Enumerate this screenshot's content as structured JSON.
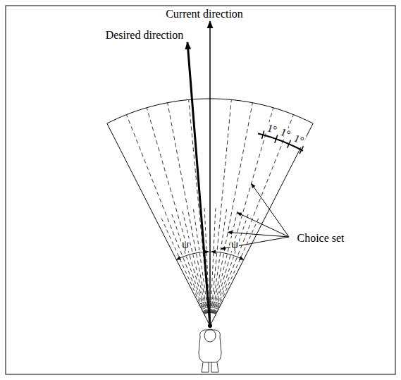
{
  "diagram": {
    "labels": [
      "Current direction",
      "Desired direction",
      "1°",
      "1°",
      "1°",
      "Choice set",
      "ψ",
      "ψ"
    ]
  }
}
